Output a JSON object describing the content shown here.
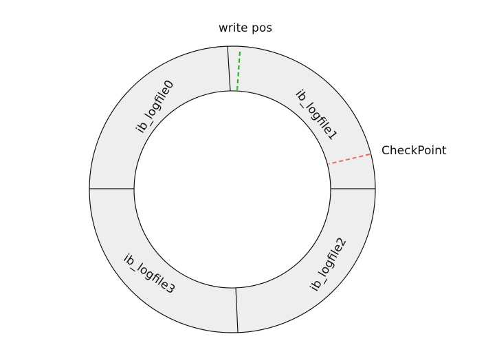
{
  "ring": {
    "segments": [
      {
        "label": "ib_logfile0"
      },
      {
        "label": "ib_logfile1"
      },
      {
        "label": "ib_logfile2"
      },
      {
        "label": "ib_logfile3"
      }
    ]
  },
  "markers": {
    "write_pos": {
      "label": "write pos",
      "color": "#22bb22"
    },
    "checkpoint": {
      "label": "CheckPoint",
      "color": "#ee6666"
    }
  },
  "colors": {
    "ring_fill": "#eeeeee",
    "stroke": "#111111"
  }
}
